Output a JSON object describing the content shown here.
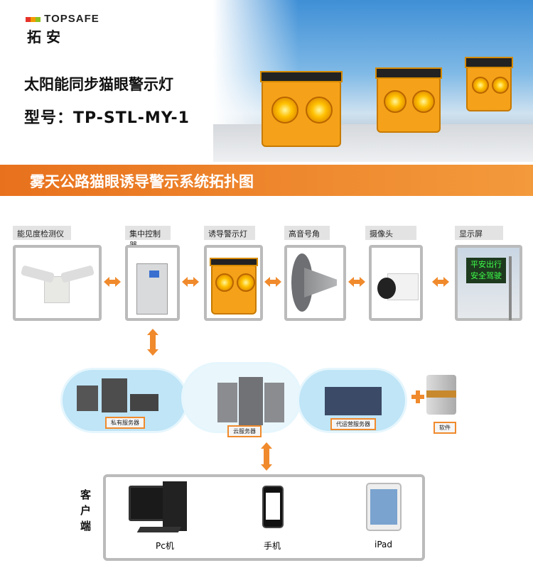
{
  "brand": {
    "name": "TOPSAFE",
    "name_cn": "拓 安",
    "colors": [
      "#e63329",
      "#f39800",
      "#8dc21f"
    ]
  },
  "header": {
    "title": "太阳能同步猫眼警示灯",
    "model": "型号：TP-STL-MY-1"
  },
  "banner": {
    "title": "雾天公路猫眼诱导警示系统拓扑图"
  },
  "devices": [
    {
      "label": "能见度检测仪"
    },
    {
      "label": "集中控制器"
    },
    {
      "label": "诱导警示灯"
    },
    {
      "label": "高音号角"
    },
    {
      "label": "摄像头"
    },
    {
      "label": "显示屏"
    }
  ],
  "display_screen_text": [
    "平安出行",
    "安全驾驶"
  ],
  "servers": [
    {
      "label": "私有服务器"
    },
    {
      "label": "云服务器"
    },
    {
      "label": "代运营服务器"
    },
    {
      "label": "软件"
    }
  ],
  "client": {
    "title": "客户端",
    "items": [
      {
        "label": "Pc机"
      },
      {
        "label": "手机"
      },
      {
        "label": "iPad"
      }
    ]
  },
  "accent": "#f08a2c"
}
